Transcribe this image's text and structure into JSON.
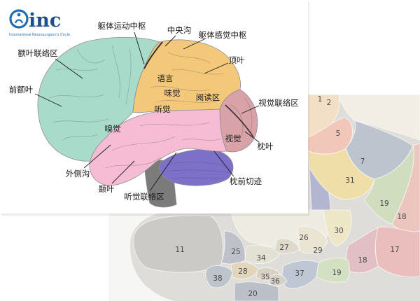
{
  "logo": {
    "mark": "inc",
    "subtitle": "International Neurosurgeon's Circle",
    "color": "#1f6db5"
  },
  "lateral_view": {
    "labels": {
      "somatic_motor_center": "躯体运动中枢",
      "central_sulcus": "中央沟",
      "somatosensory_center": "躯体感觉中枢",
      "frontal_association_area": "额叶联络区",
      "parietal_lobe": "顶叶",
      "language": "语言",
      "prefrontal_lobe": "前额叶",
      "taste": "味觉",
      "reading_area": "阅读区",
      "visual_association_area": "视觉联络区",
      "hearing": "听觉",
      "smell": "嗅觉",
      "vision": "视觉",
      "occipital_lobe": "枕叶",
      "lateral_sulcus": "外侧沟",
      "temporal_lobe": "颞叶",
      "preoccipital_notch": "枕前切迹",
      "auditory_association_area": "听觉联络区"
    },
    "region_colors": {
      "frontal": "#a9dbcb",
      "parietal": "#f4c87a",
      "occipital": "#d8a2a8",
      "temporal": "#f5bcd4",
      "cerebellum": "#7c70c9",
      "brainstem": "#7b7b7b"
    }
  },
  "medial_view": {
    "area_numbers": [
      "1",
      "2",
      "5",
      "7",
      "31",
      "19",
      "18",
      "30",
      "26",
      "27",
      "29",
      "11",
      "25",
      "34",
      "17",
      "18",
      "28",
      "37",
      "19",
      "38",
      "35",
      "36",
      "20"
    ]
  }
}
